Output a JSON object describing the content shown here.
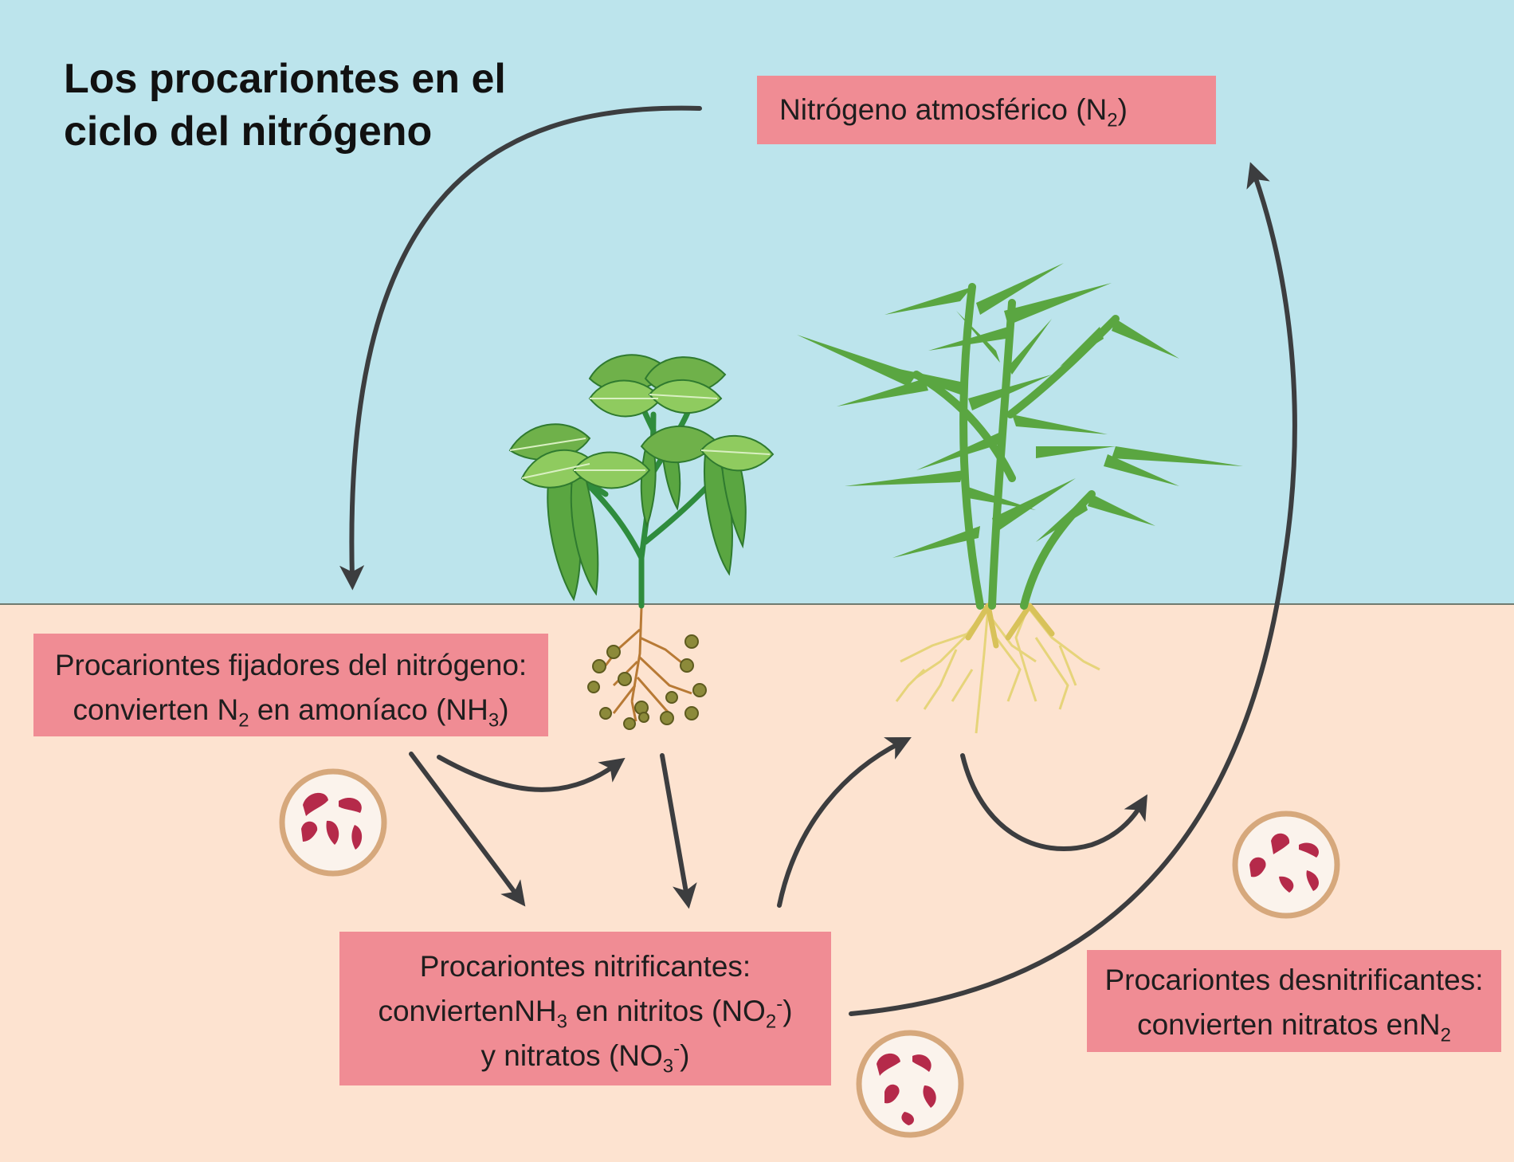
{
  "title": {
    "line1": "Los procariontes en el",
    "line2": "ciclo del nitrógeno"
  },
  "colors": {
    "sky": "#bce4ec",
    "soil": "#fde3d0",
    "label_box": "#f08c94",
    "arrow": "#3c3d3f",
    "bacteria": "#b52a4a",
    "bacteria_circle": "#d6a87c",
    "bacteria_fill": "#fbf3ec",
    "leaf_dark": "#4f9a3c",
    "leaf_light": "#8fcb5f",
    "roots_brown": "#b87a35",
    "roots_yellow": "#e6d47a",
    "nodules": "#8c8a3a"
  },
  "atmospheric": {
    "text": "Nitrógeno atmosférico",
    "paren_open": "(N",
    "sub": "2",
    "paren_close": ")"
  },
  "fixers": {
    "line1": "Procariontes fijadores del nitrógeno:",
    "l2_a": "convierten ",
    "l2_n": "N",
    "l2_sub": "2",
    "l2_b": " en amoníaco ",
    "l2_nh": "(NH",
    "l2_sub2": "3",
    "l2_c": ")"
  },
  "nitrifiers": {
    "line1": "Procariontes nitrificantes:",
    "l2_a": "convierten",
    "l2_nh": "NH",
    "l2_sub": "3",
    "l2_b": " en nitritos ",
    "l2_no": "(NO",
    "l2_sub2": "2",
    "l2_sup": "-",
    "l2_c": ")",
    "l3_a": "y nitratos ",
    "l3_no": "(NO",
    "l3_sub": "3",
    "l3_sup": "-",
    "l3_c": ")"
  },
  "denitrifiers": {
    "line1": "Procariontes desnitrificantes:",
    "l2_a": "convierten nitratos en",
    "l2_n": "N",
    "l2_sub": "2"
  }
}
